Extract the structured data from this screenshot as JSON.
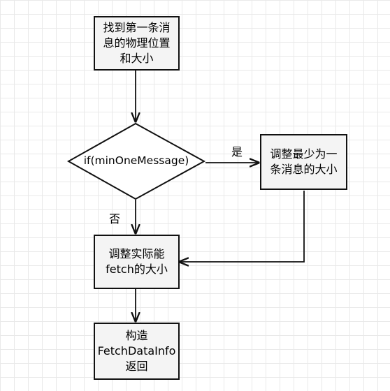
{
  "nodes": {
    "find_first": "找到第一条消\n息的物理位置\n和大小",
    "decision": "if(minOneMessage)",
    "adjust_min": "调整最少为一\n条消息的大小",
    "adjust_fetch": "调整实际能\nfetch的大小",
    "build_info": "构造\nFetchDataInfo\n返回"
  },
  "edges": {
    "yes_label": "是",
    "no_label": "否"
  },
  "colors": {
    "stroke": "#111111",
    "box_fill": "#f4f4f4",
    "grid": "#e9e9e9"
  }
}
